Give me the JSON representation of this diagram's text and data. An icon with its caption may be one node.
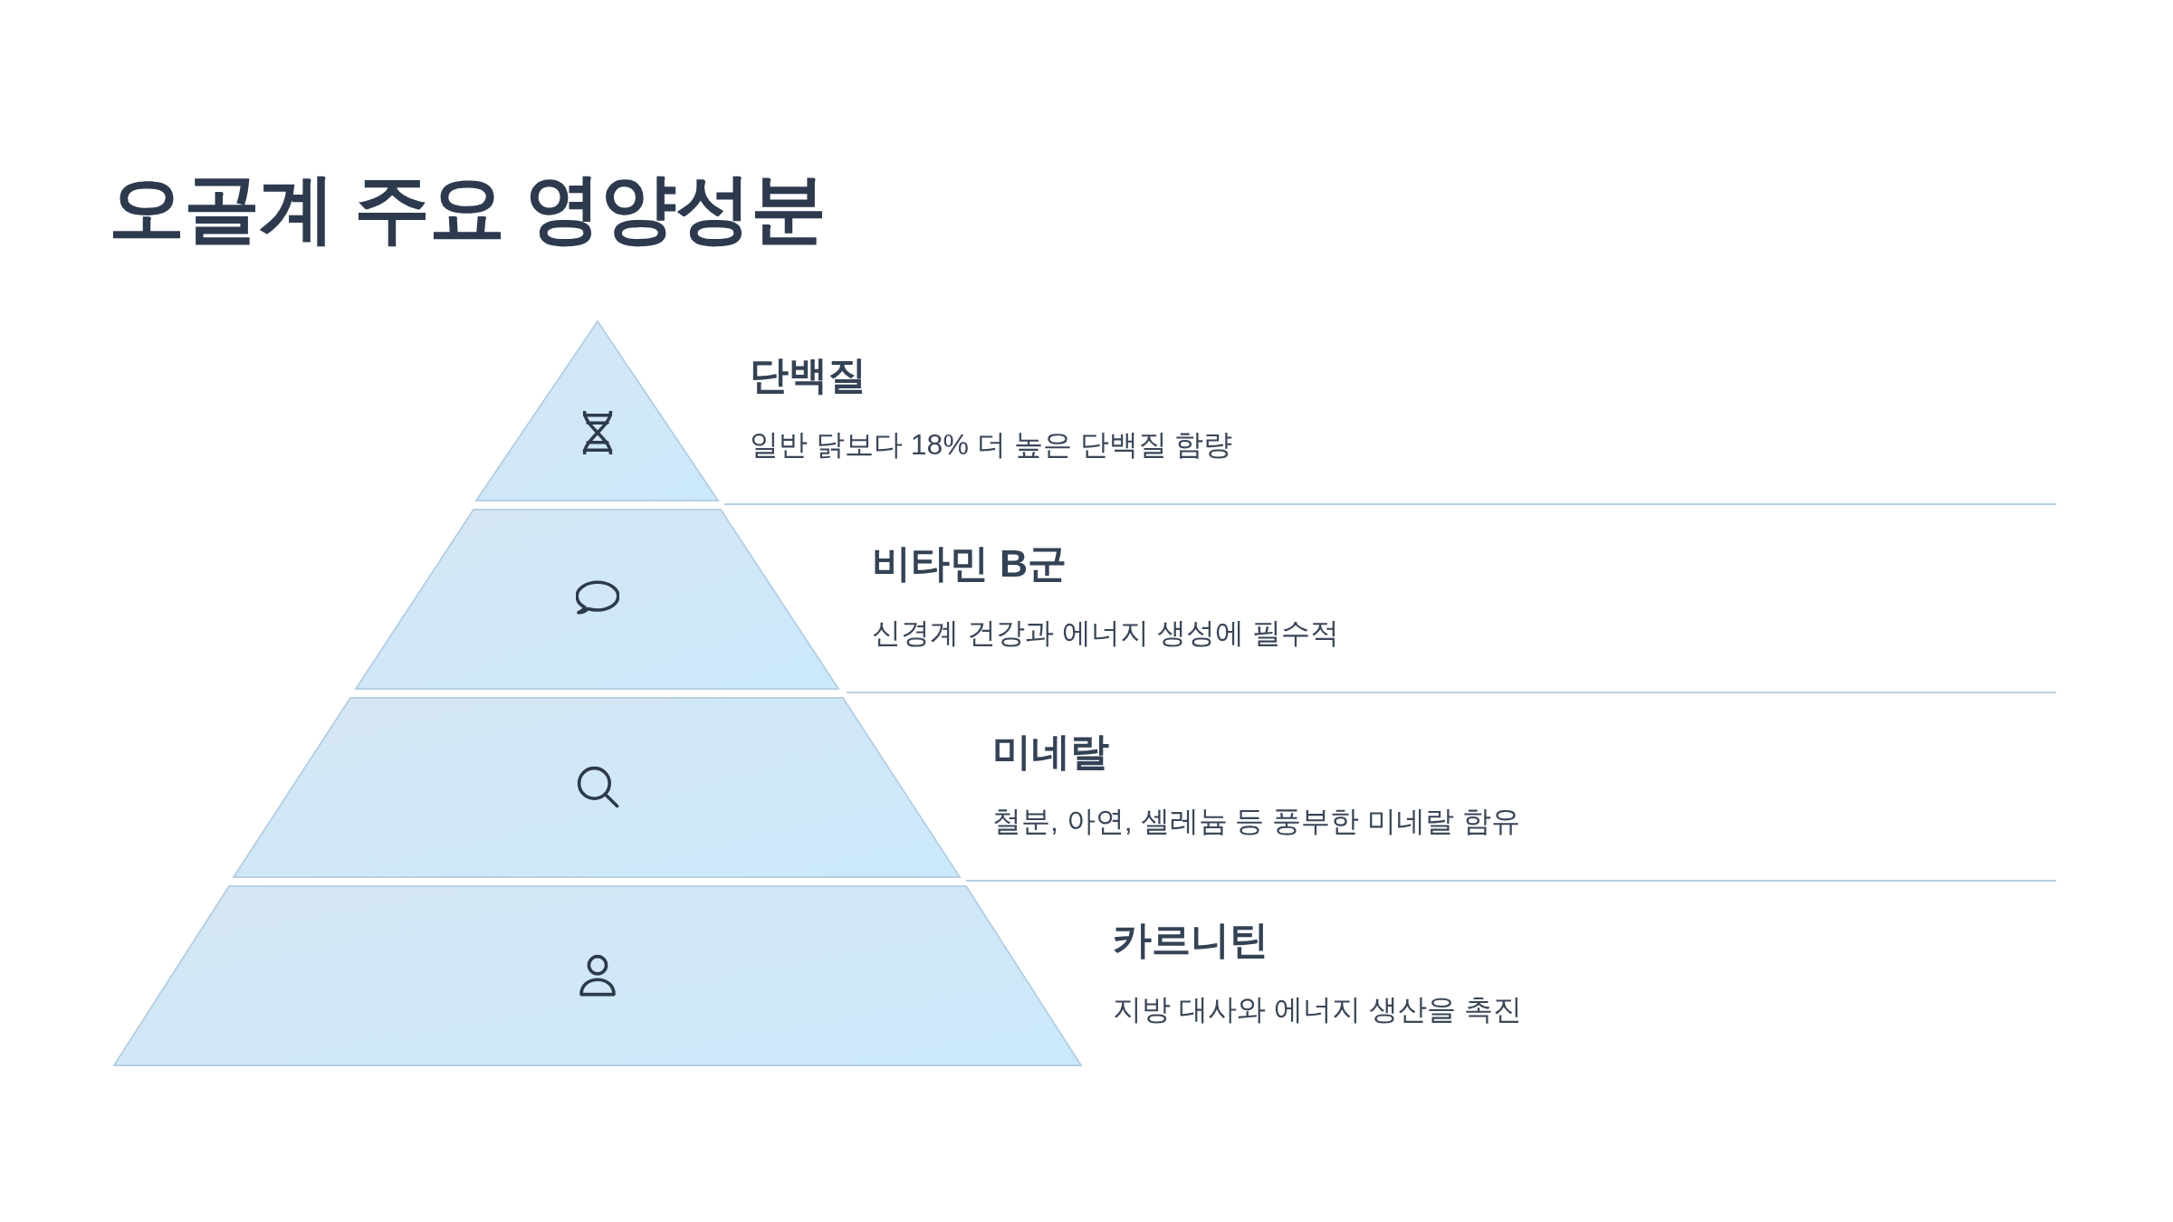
{
  "diagram": {
    "title": "오골계 주요 영양성분",
    "nodes": [
      {
        "text": [
          "단백질",
          "일반 닭보다 18% 더 높은 단백질 함량"
        ]
      },
      {
        "text": [
          "비타민 B군",
          "신경계 건강과 에너지 생성에 필수적"
        ]
      },
      {
        "text": [
          "미네랄",
          "철분, 아연, 셀레늄 등 풍부한 미네랄 함유"
        ]
      },
      {
        "text": [
          "카르니틴",
          "지방 대사와 에너지 생산을 촉진"
        ]
      }
    ]
  }
}
